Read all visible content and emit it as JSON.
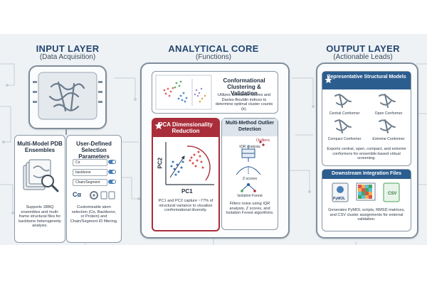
{
  "input": {
    "title": "INPUT LAYER",
    "subtitle": "(Data Acquisition)",
    "card1_title": "Multi-Model PDB Ensembles",
    "card1_text": "Supports 1BBQ ensembles and multi-frame structural files for backbone heterogeneity analysis.",
    "card2_title": "User-Defined Selection Parameters",
    "fields": [
      "Cα",
      "backbone",
      "Chain/Segment"
    ],
    "atom_symbol": "Cα",
    "card2_text": "Customizable atom selection (Cα, Backbone, or Protein) and Chain/Segment ID filtering."
  },
  "core": {
    "title": "ANALYTICAL CORE",
    "subtitle": "(Functions)",
    "clustering_title": "Conformational Clustering & Validation",
    "clustering_text": "Utilizes Silhouette Scores and Davies-Bouldin indices to determine optimal cluster counts (k).",
    "pca_title": "PCA Dimensionality Reduction",
    "pca_xlabel": "PC1",
    "pca_ylabel": "PC2",
    "pca_text": "PC1 and PC2 capture ~77% of structural variance to visualize conformational diversity.",
    "outlier_title": "Multi-Method Outlier Detection",
    "outliers_label": "Outliers",
    "iqr_label": "IQR analysis",
    "zscore_label": "Z-scores",
    "iforest_label": "Isolation Forest",
    "outlier_text": "Filters noise using IQR analysis, Z scores, and Isolation Forest algorithms."
  },
  "output": {
    "title": "OUTPUT LAYER",
    "subtitle": "(Actionable Leads)",
    "models_title": "Representative Structural Models",
    "conformers": [
      "Central Conformer",
      "Open Conformer",
      "Compact Conformer",
      "Extreme Conformer"
    ],
    "models_text": "Exports central, open, compact, and extreme conformers for ensemble-based virtual screening.",
    "files_title": "Downstream Integration Files",
    "file_labels": [
      "PyMOL",
      "CSV"
    ],
    "files_text": "Generates PyMOL scripts, RMSD matrices, and CSV cluster assignments for external validation."
  },
  "colors": {
    "heading": "#24466f",
    "accent_blue": "#2c5d8f",
    "accent_red": "#a92d3a",
    "cluster_red": "#d9534f",
    "cluster_blue": "#3a78c2",
    "cluster_green": "#4aa35a"
  },
  "icons": [
    "protein-structure-icon",
    "magnifier-icon",
    "star-icon",
    "gear-icon",
    "file-icon"
  ]
}
